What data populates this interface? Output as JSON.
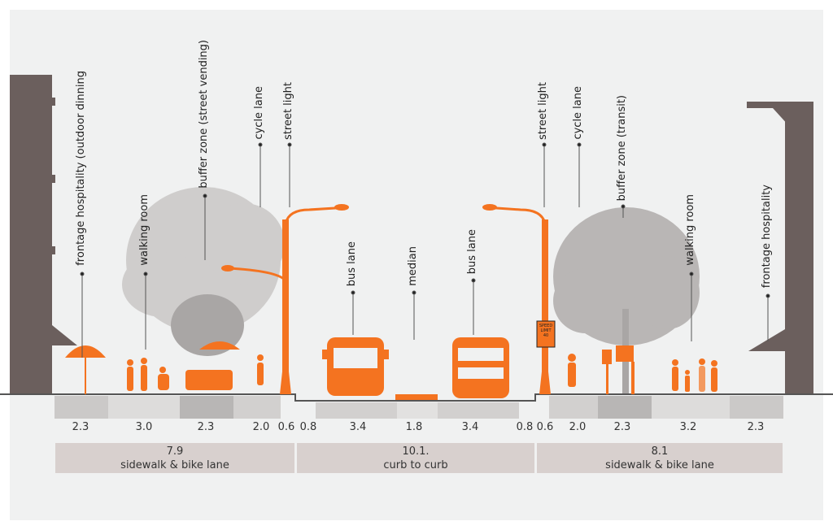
{
  "labels": {
    "left_frontage": "frontage hospitality  (outdoor dinning",
    "left_walking": "walking room",
    "left_buffer": "buffer zone (street vending)",
    "left_cycle": "cycle lane",
    "left_light": "street light",
    "bus_lane_left": "bus lane",
    "median": "median",
    "bus_lane_right": "bus lane",
    "right_light": "street light",
    "right_cycle": "cycle lane",
    "right_buffer": "buffer zone (transit)",
    "right_walking": "walking room",
    "right_frontage": "frontage hospitality"
  },
  "sign": "SPEED LIMIT 40",
  "widths": [
    "2.3",
    "3.0",
    "2.3",
    "2.0",
    "0.6",
    "0.8",
    "3.4",
    "1.8",
    "3.4",
    "0.8",
    "0.6",
    "2.0",
    "2.3",
    "3.2",
    "2.3"
  ],
  "summary": [
    {
      "value": "7.9",
      "label": "sidewalk & bike lane"
    },
    {
      "value": "10.1.",
      "label": "curb to curb"
    },
    {
      "value": "8.1",
      "label": "sidewalk & bike lane"
    }
  ],
  "colors": {
    "accent": "#f47320",
    "building": "#6b5f5d",
    "tree": "#c9c7c6",
    "summary_bg": "#d8d0ce"
  }
}
